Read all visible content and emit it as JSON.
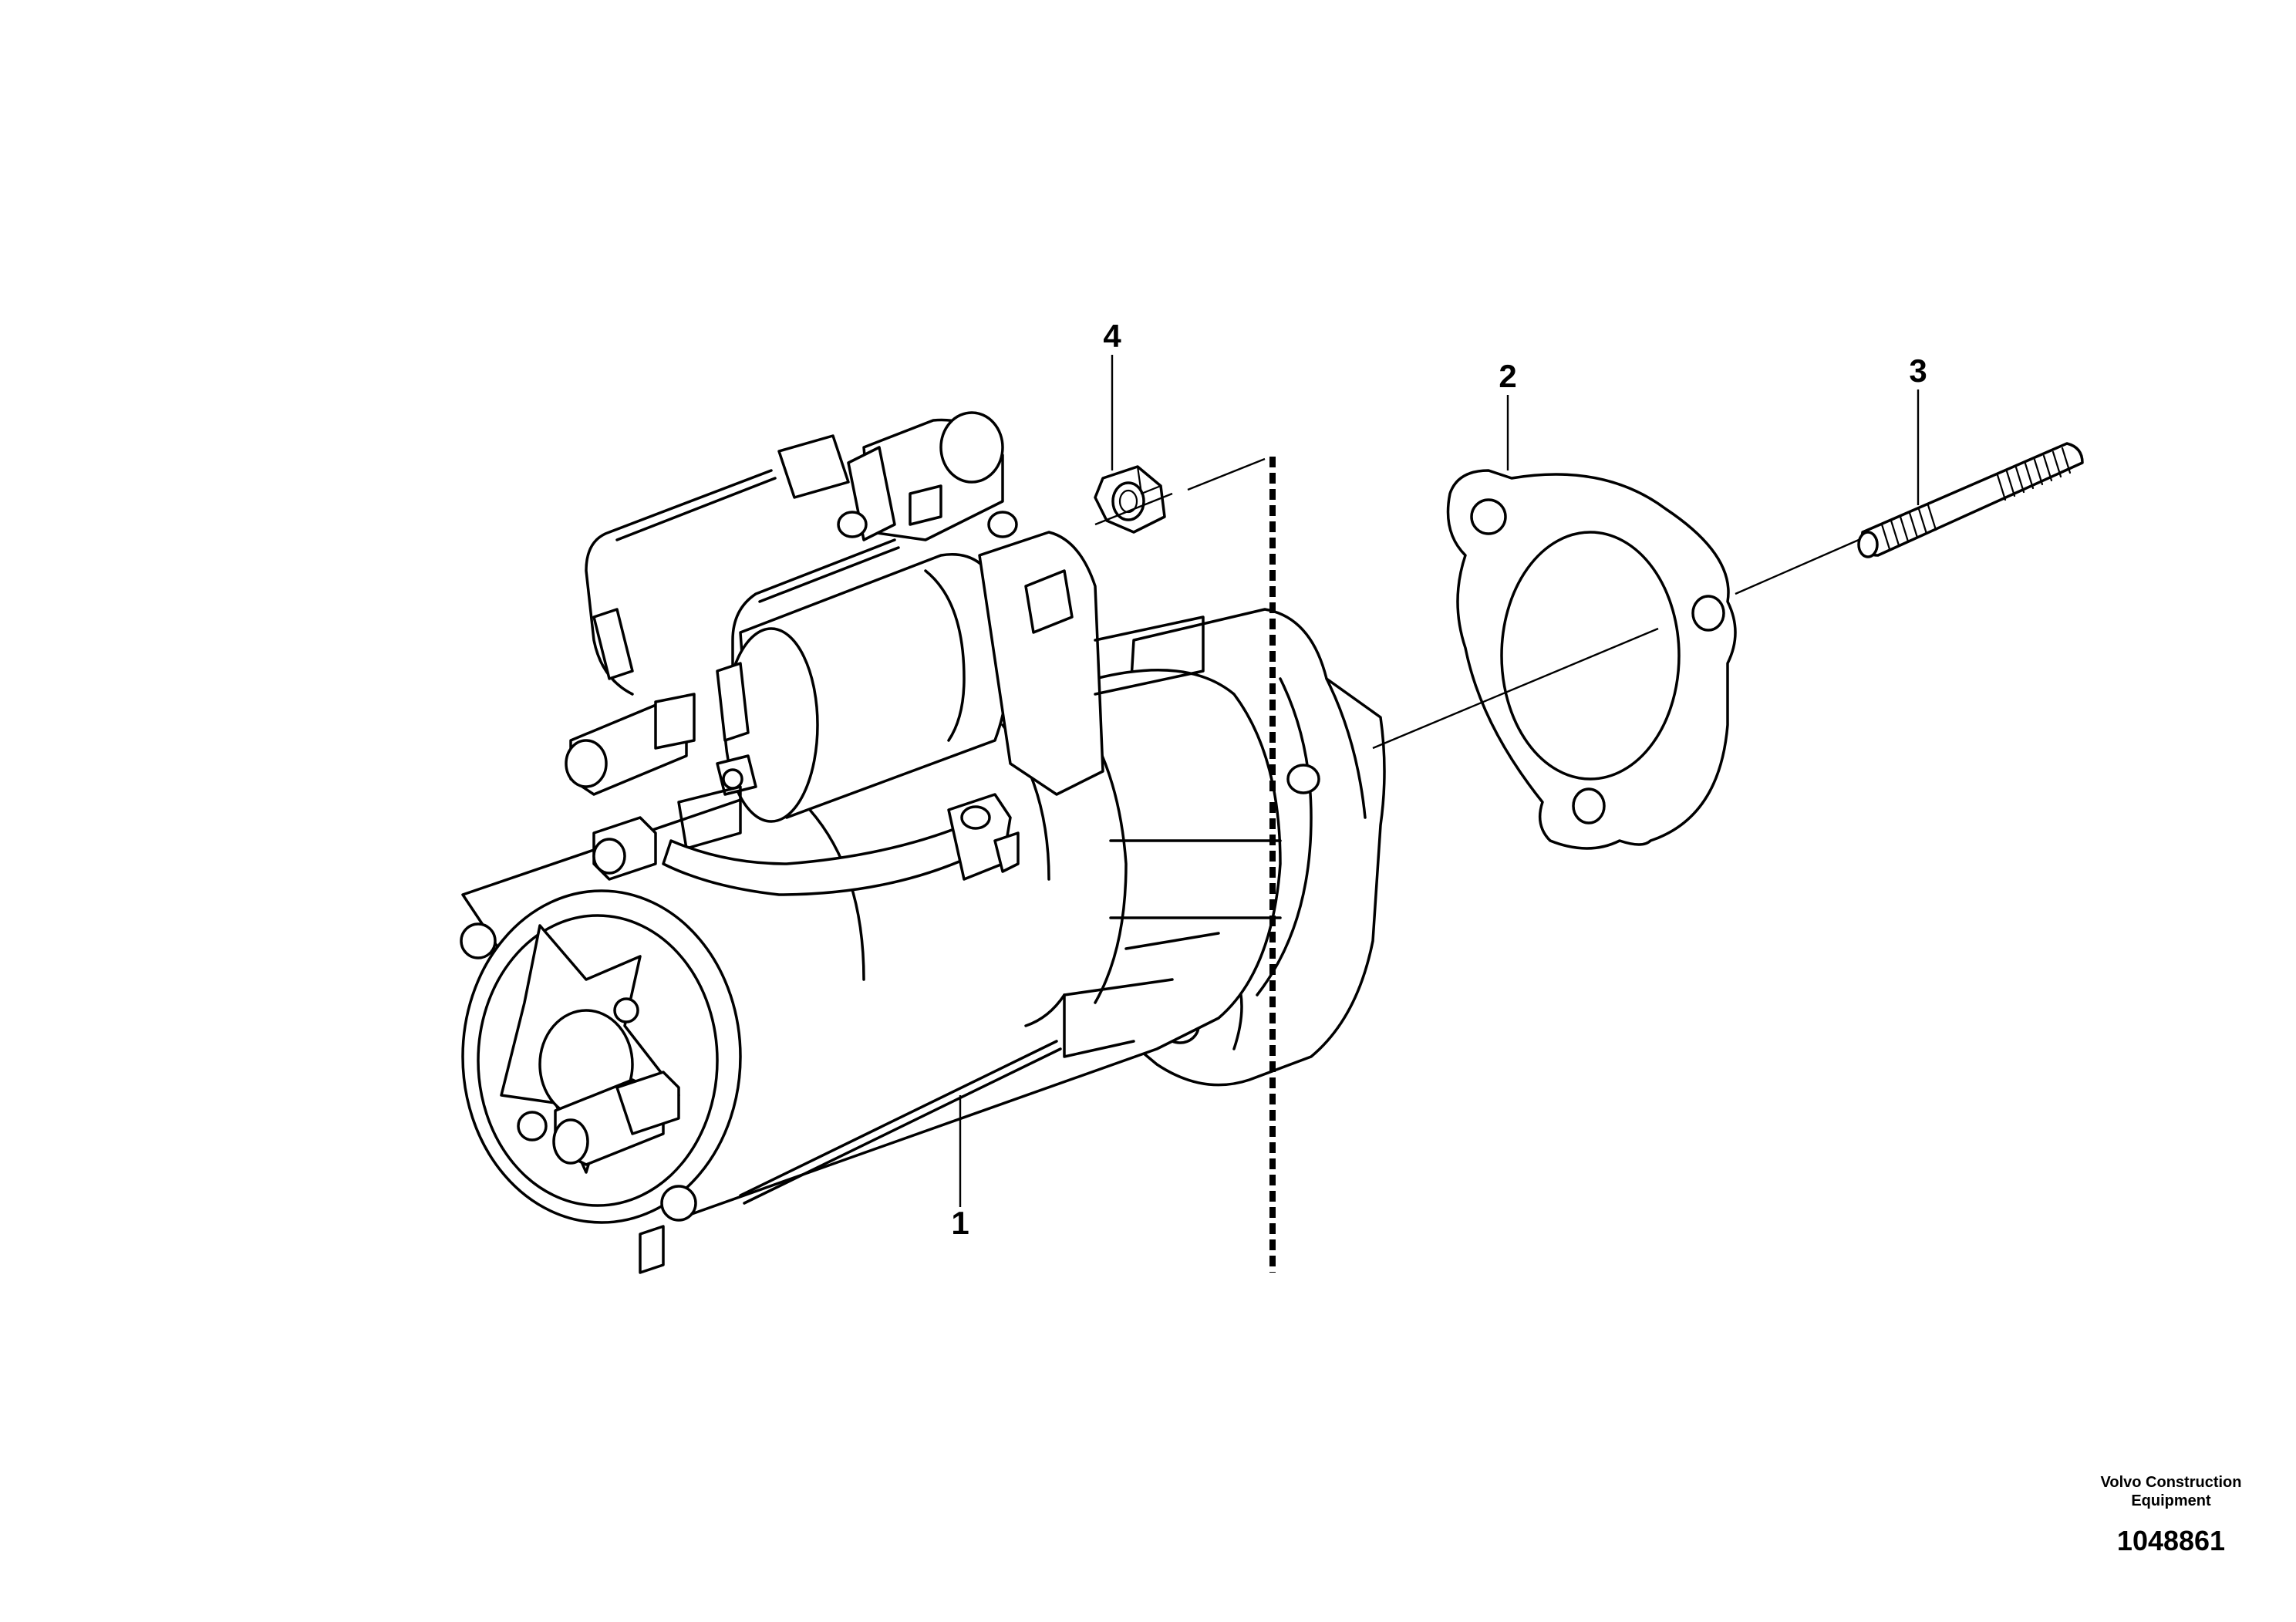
{
  "callouts": [
    {
      "id": "1",
      "part": "starter-motor"
    },
    {
      "id": "2",
      "part": "gasket"
    },
    {
      "id": "3",
      "part": "stud"
    },
    {
      "id": "4",
      "part": "nut"
    }
  ],
  "footer": {
    "company_line1": "Volvo Construction",
    "company_line2": "Equipment",
    "drawing_number": "1048861"
  }
}
